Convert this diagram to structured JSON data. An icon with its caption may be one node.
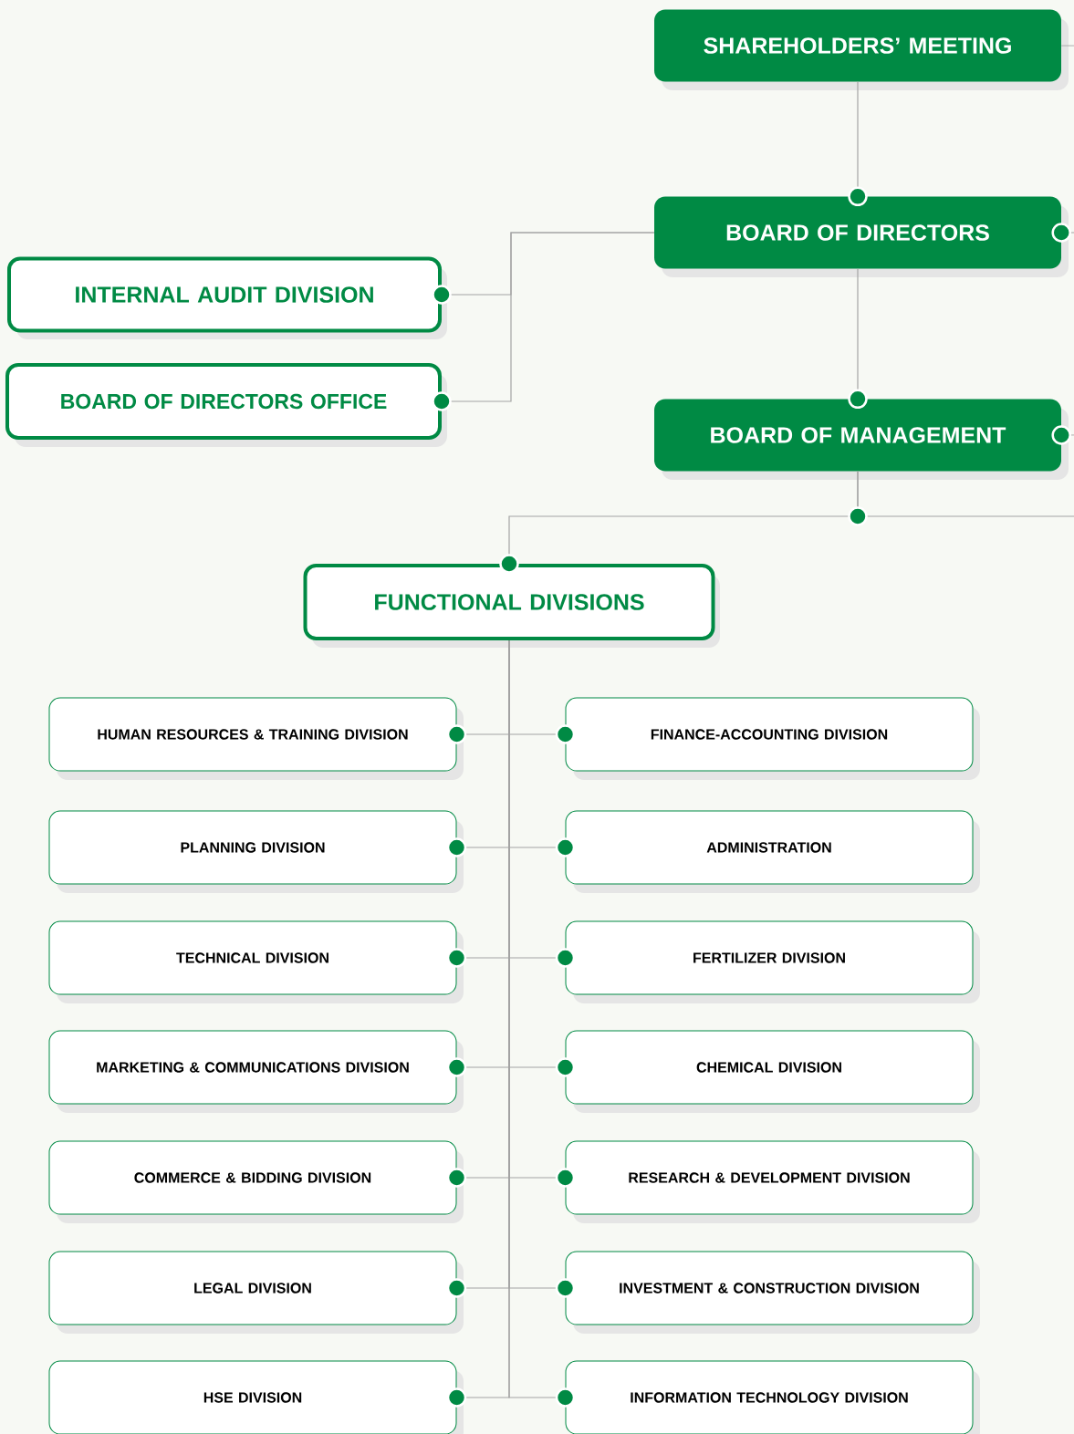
{
  "diagram": {
    "nodes": [
      {
        "text": [
          "SHAREHOLDERS’ MEETING"
        ]
      },
      {
        "text": [
          "BOARD OF DIRECTORS"
        ]
      },
      {
        "text": [
          "INTERNAL AUDIT DIVISION"
        ]
      },
      {
        "text": [
          "BOARD OF DIRECTORS OFFICE"
        ]
      },
      {
        "text": [
          "BOARD OF MANAGEMENT"
        ]
      },
      {
        "text": [
          "FUNCTIONAL DIVISIONS"
        ]
      },
      {
        "text": [
          "HUMAN RESOURCES & TRAINING DIVISION"
        ]
      },
      {
        "text": [
          "FINANCE-ACCOUNTING DIVISION"
        ]
      },
      {
        "text": [
          "PLANNING DIVISION"
        ]
      },
      {
        "text": [
          "ADMINISTRATION"
        ]
      },
      {
        "text": [
          "TECHNICAL DIVISION"
        ]
      },
      {
        "text": [
          "FERTILIZER DIVISION"
        ]
      },
      {
        "text": [
          "MARKETING & COMMUNICATIONS DIVISION"
        ]
      },
      {
        "text": [
          "CHEMICAL DIVISION"
        ]
      },
      {
        "text": [
          "COMMERCE & BIDDING DIVISION"
        ]
      },
      {
        "text": [
          "RESEARCH & DEVELOPMENT DIVISION"
        ]
      },
      {
        "text": [
          "LEGAL DIVISION"
        ]
      },
      {
        "text": [
          "INVESTMENT & CONSTRUCTION DIVISION"
        ]
      },
      {
        "text": [
          "HSE DIVISION"
        ]
      },
      {
        "text": [
          "INFORMATION TECHNOLOGY DIVISION"
        ]
      }
    ],
    "edges": [
      {
        "from": 0,
        "to": 1,
        "arrow": "other"
      },
      {
        "from": 1,
        "to": 2,
        "arrow": "other"
      },
      {
        "from": 1,
        "to": 3,
        "arrow": "other"
      },
      {
        "from": 1,
        "to": 4,
        "arrow": "other"
      },
      {
        "from": 4,
        "to": 5,
        "arrow": "other"
      },
      {
        "from": 5,
        "to": 6,
        "arrow": "other"
      },
      {
        "from": 5,
        "to": 7,
        "arrow": "other"
      },
      {
        "from": 5,
        "to": 8,
        "arrow": "other"
      },
      {
        "from": 5,
        "to": 9,
        "arrow": "other"
      },
      {
        "from": 5,
        "to": 10,
        "arrow": "other"
      },
      {
        "from": 5,
        "to": 11,
        "arrow": "other"
      },
      {
        "from": 5,
        "to": 12,
        "arrow": "other"
      },
      {
        "from": 5,
        "to": 13,
        "arrow": "other"
      },
      {
        "from": 5,
        "to": 14,
        "arrow": "other"
      },
      {
        "from": 5,
        "to": 15,
        "arrow": "other"
      },
      {
        "from": 5,
        "to": 16,
        "arrow": "other"
      },
      {
        "from": 5,
        "to": 17,
        "arrow": "other"
      },
      {
        "from": 5,
        "to": 18,
        "arrow": "other"
      },
      {
        "from": 5,
        "to": 19,
        "arrow": "other"
      },
      {
        "from": 0,
        "to": null,
        "arrow": "none"
      },
      {
        "from": 1,
        "to": null,
        "arrow": "other"
      },
      {
        "from": 4,
        "to": null,
        "arrow": "other"
      },
      {
        "from": 4,
        "to": null,
        "arrow": "none"
      }
    ]
  }
}
